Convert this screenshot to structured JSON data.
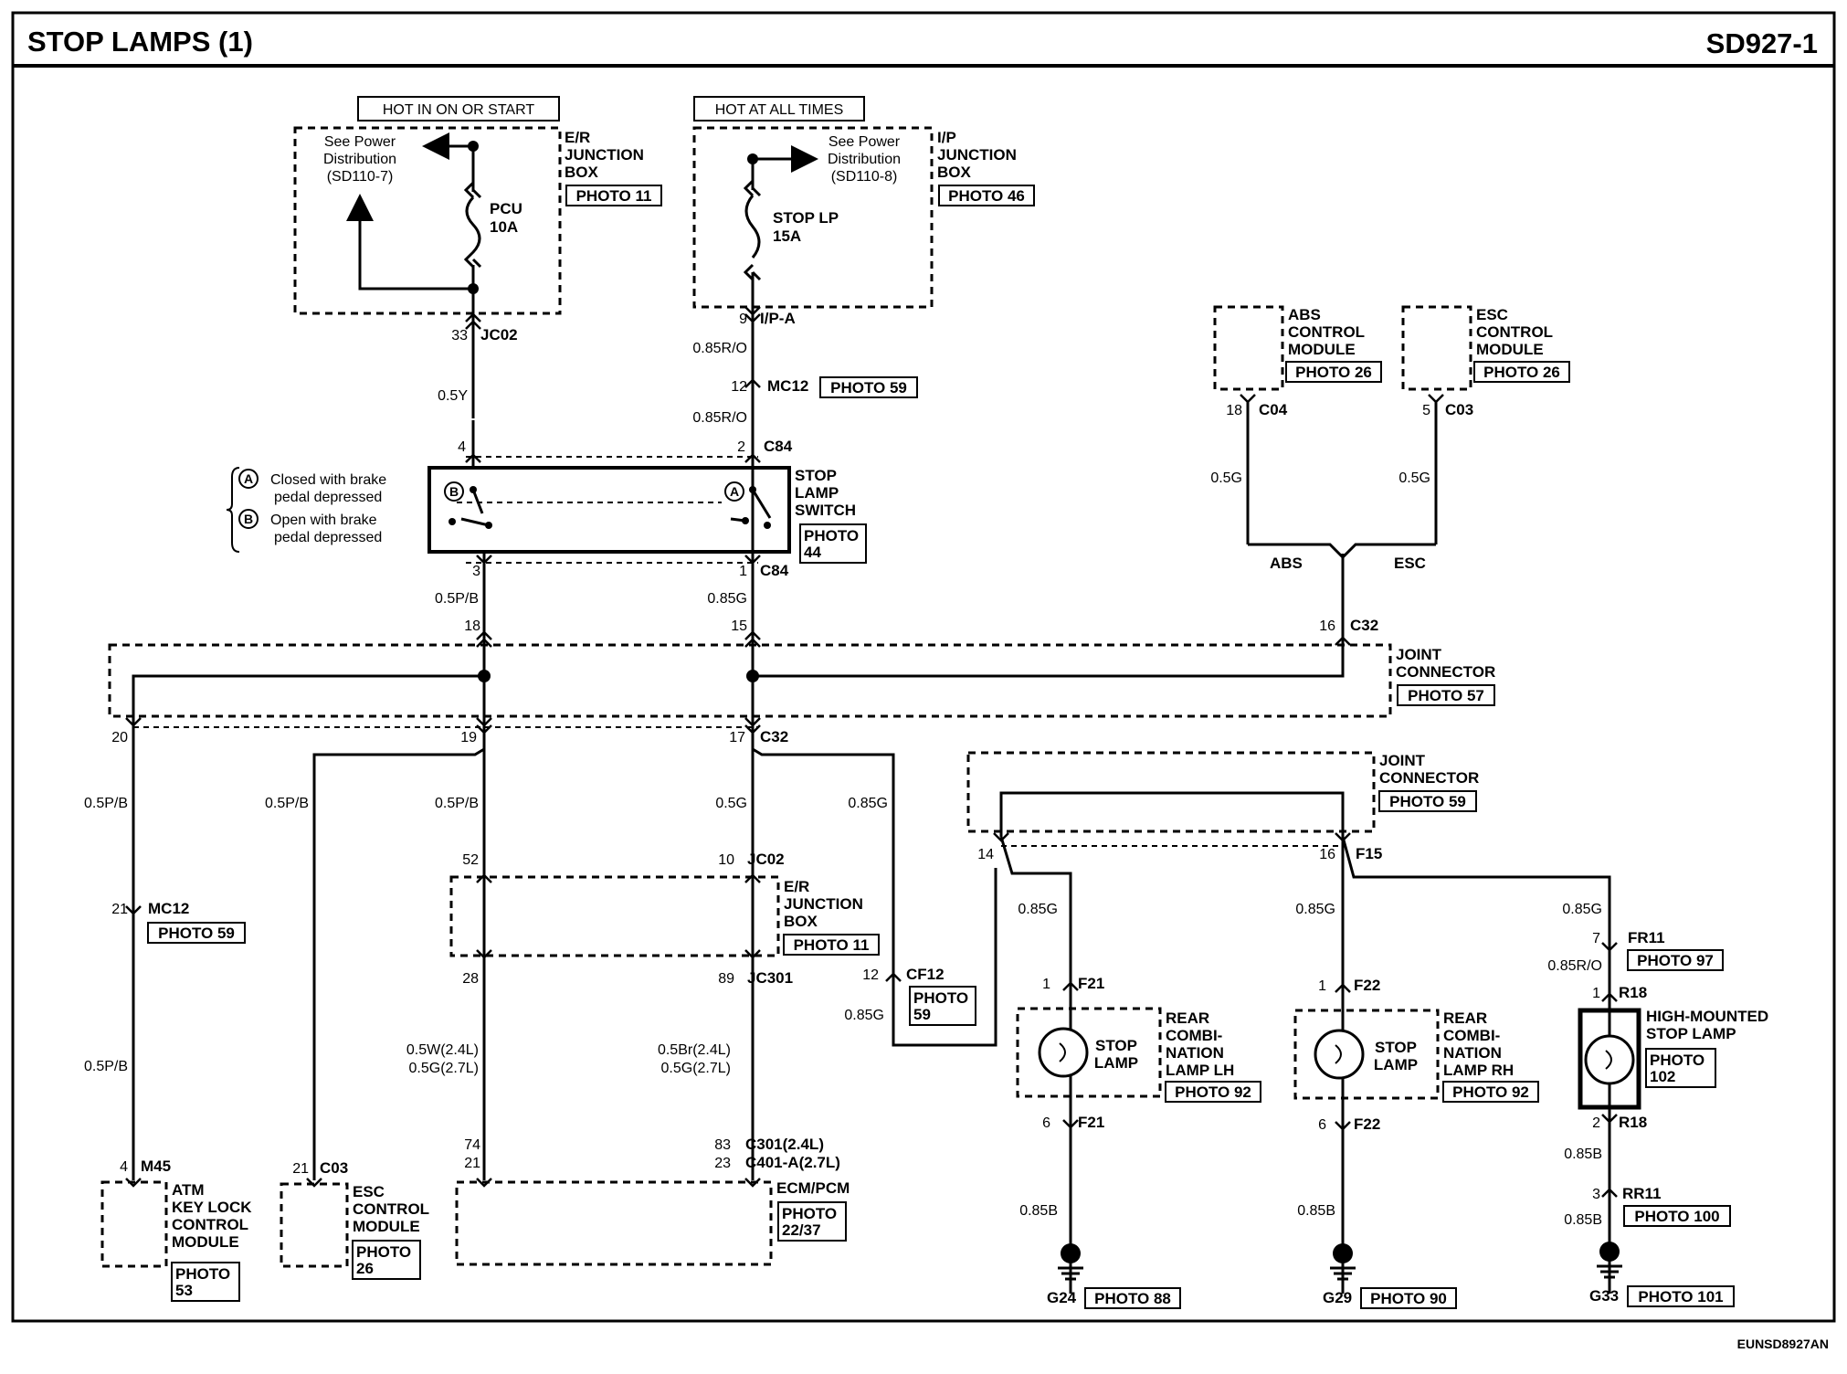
{
  "header": {
    "title": "STOP LAMPS (1)",
    "code": "SD927-1"
  },
  "footer": {
    "ref": "EUNSD8927AN"
  },
  "power": {
    "hot_start": "HOT IN ON OR START",
    "hot_all": "HOT AT ALL TIMES",
    "see_pd_1": [
      "See Power",
      "Distribution",
      "(SD110-7)"
    ],
    "see_pd_2": [
      "See Power",
      "Distribution",
      "(SD110-8)"
    ],
    "er_jb": [
      "E/R",
      "JUNCTION",
      "BOX"
    ],
    "ip_jb": [
      "I/P",
      "JUNCTION",
      "BOX"
    ],
    "photo11": "PHOTO 11",
    "photo46": "PHOTO 46",
    "fuse_pcu": [
      "PCU",
      "10A"
    ],
    "fuse_stop": [
      "STOP LP",
      "15A"
    ]
  },
  "conn": {
    "jc02_top": "JC02",
    "pin33": "33",
    "ipa": "I/P-A",
    "pin9": "9",
    "mc12_a": "MC12",
    "pin12a": "12",
    "photo59_a": "PHOTO 59",
    "c84_top": "C84",
    "pin4": "4",
    "pin2": "2",
    "c84_bot": "C84",
    "pin3": "3",
    "pin1": "1",
    "pin18": "18",
    "pin15": "15",
    "c32_top": "C32",
    "pin16": "16",
    "c04": "C04",
    "pin18b": "18",
    "c03_top": "C03",
    "pin5": "5",
    "pin20": "20",
    "pin19": "19",
    "pin17": "17",
    "c32_bot": "C32",
    "pin14": "14",
    "pin16b": "16",
    "f15": "F15",
    "mc12_b": "MC12",
    "pin21": "21",
    "photo59_b": "PHOTO 59",
    "pin52": "52",
    "pin10": "10",
    "jc02_mid": "JC02",
    "pin28": "28",
    "pin89": "89",
    "jc301": "JC301",
    "cf12": "CF12",
    "pin12b": "12",
    "f21_top": "F21",
    "pin1_f21": "1",
    "f22_top": "F22",
    "pin1_f22": "1",
    "fr11": "FR11",
    "pin7": "7",
    "r18_top": "R18",
    "pin1_r18": "1",
    "f21_bot": "F21",
    "pin6_f21": "6",
    "f22_bot": "F22",
    "pin6_f22": "6",
    "r18_bot": "R18",
    "pin2_r18": "2",
    "rr11": "RR11",
    "m45": "M45",
    "pin4_m45": "4",
    "c03_bot": "C03",
    "pin21_c03": "21",
    "pin74": "74",
    "pin21_ecm": "21",
    "pin83": "83",
    "pin23": "23",
    "c301": "C301(2.4L)",
    "c401": "C401-A(2.7L)"
  },
  "wires": {
    "w05y": "0.5Y",
    "w085ro_1": "0.85R/O",
    "w085ro_2": "0.85R/O",
    "w05g_abs": "0.5G",
    "w05g_esc": "0.5G",
    "w05pb_a": "0.5P/B",
    "w085g_a": "0.85G",
    "w05pb_1": "0.5P/B",
    "w05pb_2": "0.5P/B",
    "w05pb_3": "0.5P/B",
    "w05g_c": "0.5G",
    "w085g_cf": "0.85G",
    "w085g_cf2": "0.85G",
    "w05pb_4": "0.5P/B",
    "w05w": "0.5W(2.4L)",
    "w05g27a": "0.5G(2.7L)",
    "w05br": "0.5Br(2.4L)",
    "w05g27b": "0.5G(2.7L)",
    "w085g_l": "0.85G",
    "w085g_r": "0.85G",
    "w085g_h": "0.85G",
    "w085ro_h": "0.85R/O",
    "w085b_l": "0.85B",
    "w085b_r": "0.85B",
    "w085b_h1": "0.85B",
    "w085b_h2": "0.85B"
  },
  "components": {
    "abs_mod": [
      "ABS",
      "CONTROL",
      "MODULE"
    ],
    "photo26_abs": "PHOTO 26",
    "esc_mod_top": [
      "ESC",
      "CONTROL",
      "MODULE"
    ],
    "photo26_esc": "PHOTO 26",
    "abs": "ABS",
    "esc": "ESC",
    "stop_switch": [
      "STOP",
      "LAMP",
      "SWITCH"
    ],
    "photo44": [
      "PHOTO",
      "44"
    ],
    "note_a": [
      "Closed with brake",
      "pedal depressed"
    ],
    "note_b": [
      "Open with brake",
      "pedal depressed"
    ],
    "mark_a": "A",
    "mark_b": "B",
    "joint1": [
      "JOINT",
      "CONNECTOR"
    ],
    "photo57": "PHOTO 57",
    "joint2": [
      "JOINT",
      "CONNECTOR"
    ],
    "photo59_j": "PHOTO 59",
    "er_jb2": [
      "E/R",
      "JUNCTION",
      "BOX"
    ],
    "photo11_b": "PHOTO 11",
    "photo59_cf": [
      "PHOTO",
      "59"
    ],
    "rear_lh": [
      "REAR",
      "COMBI-",
      "NATION",
      "LAMP LH"
    ],
    "photo92_l": "PHOTO 92",
    "rear_rh": [
      "REAR",
      "COMBI-",
      "NATION",
      "LAMP RH"
    ],
    "photo92_r": "PHOTO 92",
    "stop_lamp": [
      "STOP",
      "LAMP"
    ],
    "hm_stop": [
      "HIGH-MOUNTED",
      "STOP LAMP"
    ],
    "photo102": [
      "PHOTO",
      "102"
    ],
    "photo97": "PHOTO 97",
    "photo100": "PHOTO 100",
    "atm": [
      "ATM",
      "KEY LOCK",
      "CONTROL",
      "MODULE"
    ],
    "photo53": [
      "PHOTO",
      "53"
    ],
    "esc_mod_bot": [
      "ESC",
      "CONTROL",
      "MODULE"
    ],
    "photo26_b": [
      "PHOTO",
      "26"
    ],
    "ecm": "ECM/PCM",
    "photo2237": [
      "PHOTO",
      "22/37"
    ],
    "g24": "G24",
    "photo88": "PHOTO 88",
    "g29": "G29",
    "photo90": "PHOTO 90",
    "g33": "G33",
    "photo101": "PHOTO 101"
  }
}
